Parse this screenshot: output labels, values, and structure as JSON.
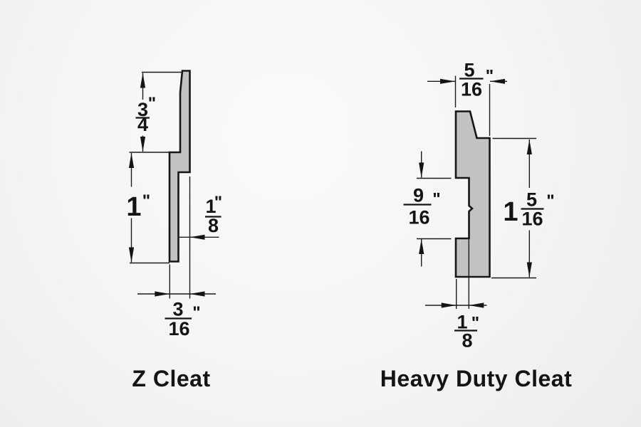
{
  "drawing": {
    "background_outer": "#ebecee",
    "background_inner": "#f9fafb",
    "shape_fill": "#c2c2c2",
    "line_color": "#1c1c1c"
  },
  "z_cleat": {
    "title": "Z Cleat",
    "top_leg": {
      "num": "3",
      "den": "4",
      "unit": "\""
    },
    "bottom_leg": {
      "whole": "1",
      "unit": "\""
    },
    "thickness": {
      "num": "1",
      "den": "8",
      "unit": "\""
    },
    "depth": {
      "num": "3",
      "den": "16",
      "unit": "\""
    }
  },
  "heavy_duty_cleat": {
    "title": "Heavy Duty Cleat",
    "depth": {
      "num": "5",
      "den": "16",
      "unit": "\""
    },
    "recess": {
      "num": "9",
      "den": "16",
      "unit": "\""
    },
    "height": {
      "whole": "1",
      "num": "5",
      "den": "16",
      "unit": "\""
    },
    "base": {
      "num": "1",
      "den": "8",
      "unit": "\""
    }
  }
}
